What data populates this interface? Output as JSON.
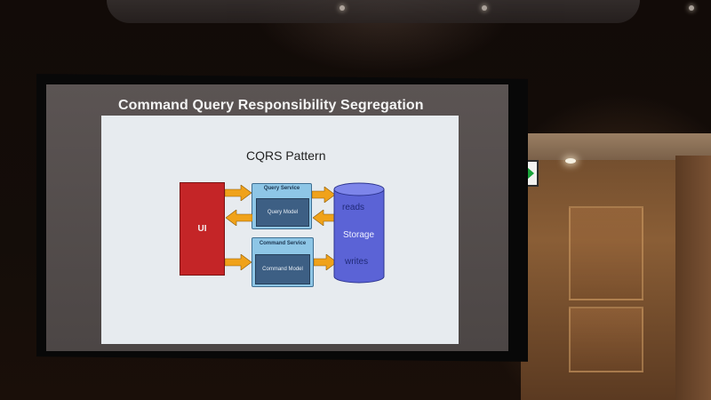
{
  "slide": {
    "title": "Command Query Responsibility Segregation",
    "pattern_title": "CQRS Pattern"
  },
  "diagram": {
    "ui_label": "UI",
    "query_service": {
      "title": "Query Service",
      "model": "Query Model"
    },
    "command_service": {
      "title": "Command Service",
      "model": "Command Model"
    },
    "storage": {
      "reads": "reads",
      "label": "Storage",
      "writes": "writes"
    }
  },
  "colors": {
    "ui": "#c42527",
    "service": "#8ec6e6",
    "model": "#3d5f84",
    "storage": "#5b63d6",
    "arrow": "#f0a21a",
    "exit_sign_arrow": "#19a33a"
  },
  "icons": {
    "exit_sign": "exit-sign-arrow-icon"
  }
}
